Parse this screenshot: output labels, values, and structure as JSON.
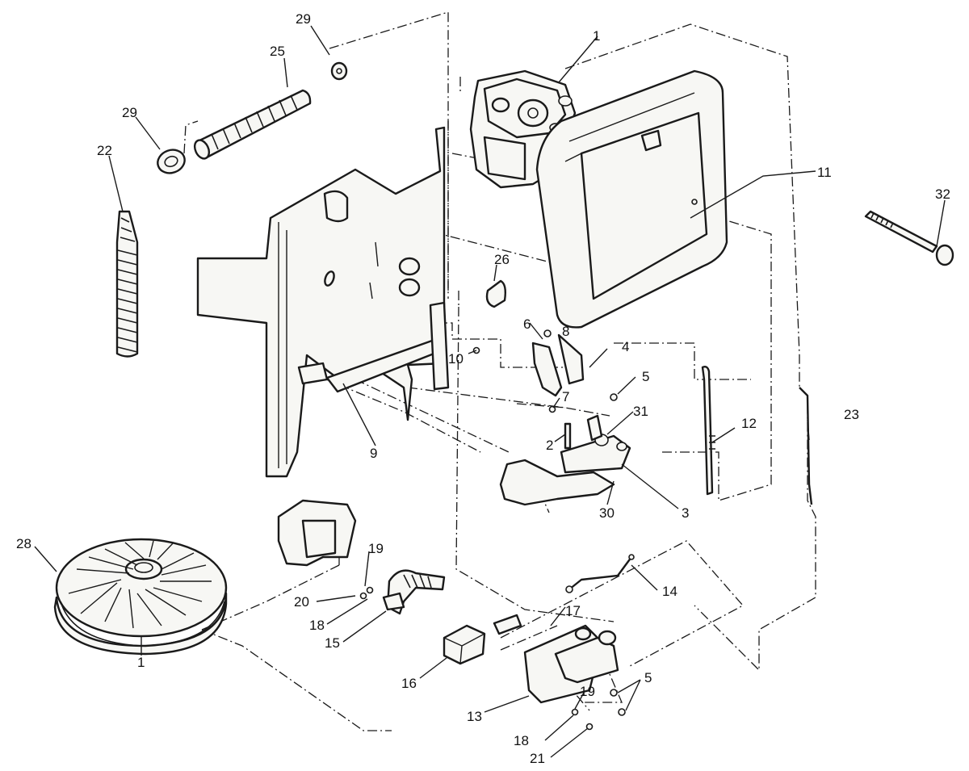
{
  "diagram": {
    "callouts": [
      {
        "id": "c1a",
        "text": "1",
        "part": "carburetor"
      },
      {
        "id": "c1b",
        "text": "1",
        "part": "cooling-fan"
      },
      {
        "id": "c2",
        "text": "2",
        "part": "screw"
      },
      {
        "id": "c3",
        "text": "3",
        "part": "throttle-lever"
      },
      {
        "id": "c4",
        "text": "4",
        "part": "bracket"
      },
      {
        "id": "c5a",
        "text": "5",
        "part": "nut"
      },
      {
        "id": "c5b",
        "text": "5",
        "part": "nut"
      },
      {
        "id": "c6",
        "text": "6",
        "part": "link"
      },
      {
        "id": "c7",
        "text": "7",
        "part": "washer"
      },
      {
        "id": "c8",
        "text": "8",
        "part": "screw"
      },
      {
        "id": "c9",
        "text": "9",
        "part": "bracket-arm"
      },
      {
        "id": "c10",
        "text": "10",
        "part": "screw"
      },
      {
        "id": "c11",
        "text": "11",
        "part": "air-cleaner"
      },
      {
        "id": "c12",
        "text": "12",
        "part": "spring"
      },
      {
        "id": "c13",
        "text": "13",
        "part": "ignition-bracket"
      },
      {
        "id": "c14",
        "text": "14",
        "part": "wire"
      },
      {
        "id": "c15",
        "text": "15",
        "part": "ignition-module"
      },
      {
        "id": "c16",
        "text": "16",
        "part": "module"
      },
      {
        "id": "c17",
        "text": "17",
        "part": "terminal"
      },
      {
        "id": "c18a",
        "text": "18",
        "part": "washer"
      },
      {
        "id": "c18b",
        "text": "18",
        "part": "washer"
      },
      {
        "id": "c19a",
        "text": "19",
        "part": "screw"
      },
      {
        "id": "c19b",
        "text": "19",
        "part": "screw"
      },
      {
        "id": "c20",
        "text": "20",
        "part": "screw"
      },
      {
        "id": "c21",
        "text": "21",
        "part": "screw"
      },
      {
        "id": "c22",
        "text": "22",
        "part": "spark-plug-wire"
      },
      {
        "id": "c23",
        "text": "23",
        "part": "cover-outline"
      },
      {
        "id": "c25",
        "text": "25",
        "part": "hose"
      },
      {
        "id": "c26",
        "text": "26",
        "part": "clip"
      },
      {
        "id": "c28",
        "text": "28",
        "part": "flywheel"
      },
      {
        "id": "c29a",
        "text": "29",
        "part": "clamp"
      },
      {
        "id": "c29b",
        "text": "29",
        "part": "clamp"
      },
      {
        "id": "c30",
        "text": "30",
        "part": "governor-lever"
      },
      {
        "id": "c31",
        "text": "31",
        "part": "pivot"
      },
      {
        "id": "c32",
        "text": "32",
        "part": "bolt"
      }
    ]
  }
}
